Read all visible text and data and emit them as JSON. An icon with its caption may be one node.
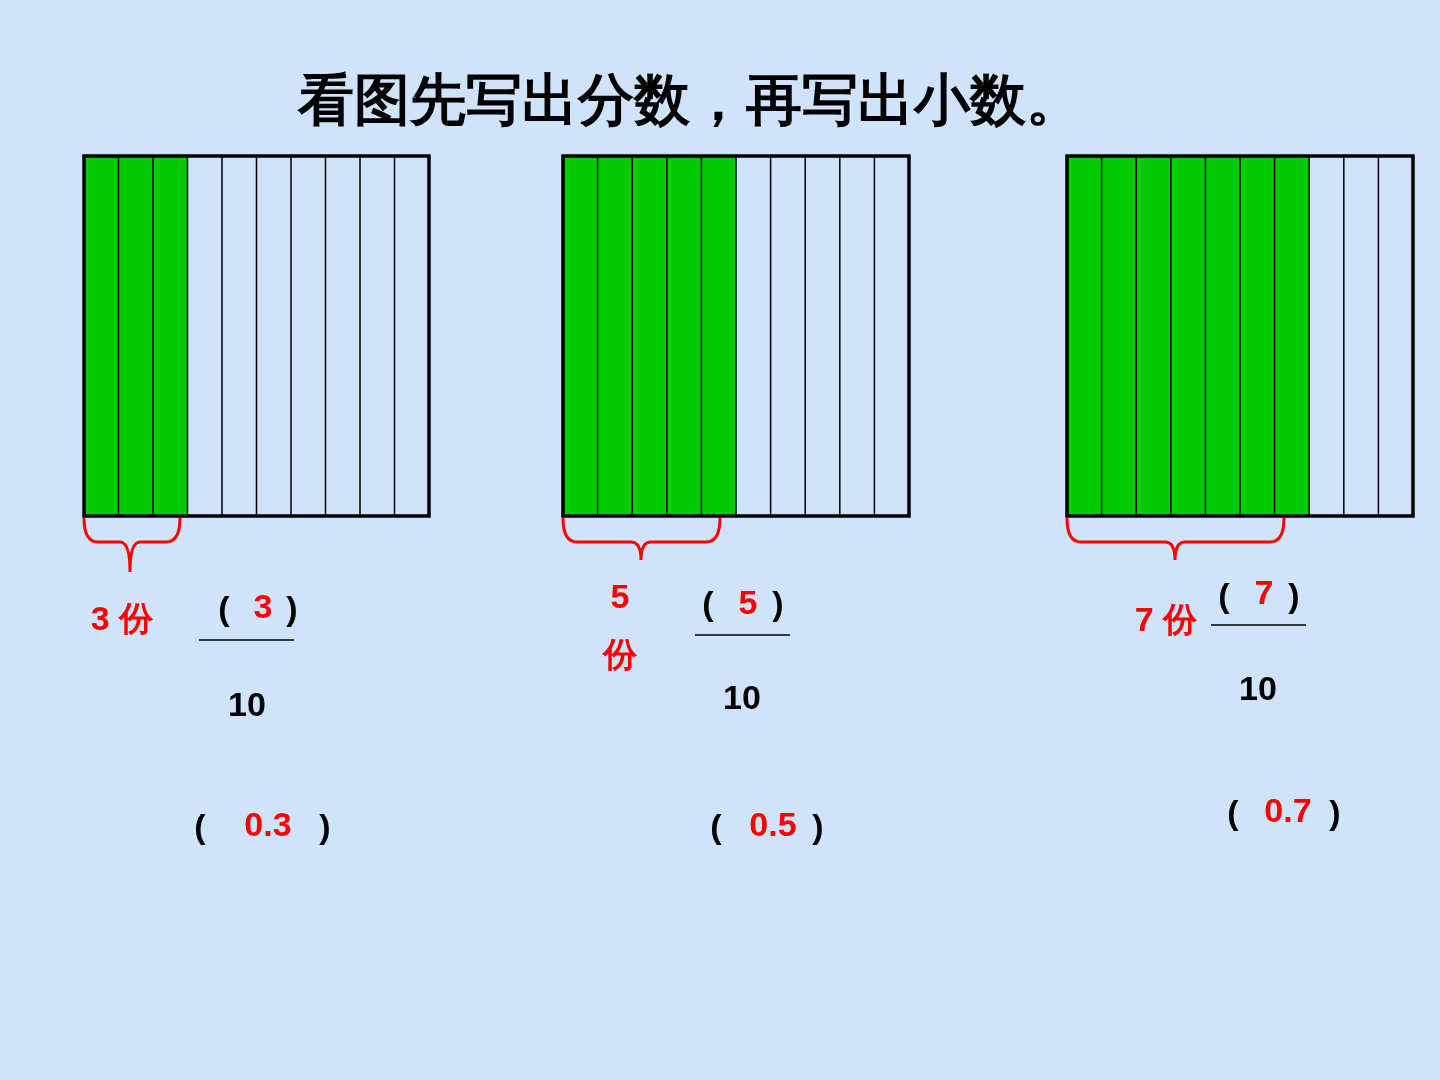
{
  "diagram": {
    "title": "看图先写出分数，再写出小数。",
    "labels": [
      "3 份",
      "(",
      "3",
      ")",
      "10",
      "(",
      "0.3",
      ")",
      "5 份",
      "(",
      "5",
      ")",
      "10",
      "(",
      "0.5",
      ")",
      "7 份",
      "(",
      "7",
      ")",
      "10",
      "(",
      "0.7",
      ")"
    ]
  }
}
